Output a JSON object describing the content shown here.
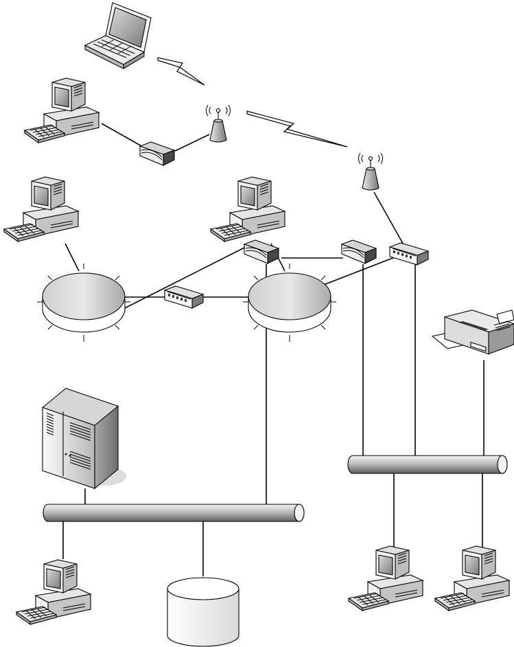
{
  "diagram": {
    "type": "network-topology",
    "nodes": [
      {
        "id": "laptop",
        "icon": "laptop-icon"
      },
      {
        "id": "pc-top",
        "icon": "desktop-computer-icon"
      },
      {
        "id": "router-top",
        "icon": "router-icon"
      },
      {
        "id": "antenna-1",
        "icon": "wireless-antenna-icon"
      },
      {
        "id": "antenna-2",
        "icon": "wireless-antenna-icon"
      },
      {
        "id": "pc-ring-left",
        "icon": "desktop-computer-icon"
      },
      {
        "id": "pc-ring-right",
        "icon": "desktop-computer-icon"
      },
      {
        "id": "token-ring-left",
        "icon": "token-ring-icon"
      },
      {
        "id": "token-ring-right",
        "icon": "token-ring-icon"
      },
      {
        "id": "hub-middle",
        "icon": "hub-icon"
      },
      {
        "id": "hub-right",
        "icon": "hub-icon"
      },
      {
        "id": "router-middle",
        "icon": "router-icon"
      },
      {
        "id": "router-right",
        "icon": "router-icon"
      },
      {
        "id": "server",
        "icon": "server-tower-icon"
      },
      {
        "id": "bus-left",
        "icon": "ethernet-bus-icon"
      },
      {
        "id": "bus-right",
        "icon": "ethernet-bus-icon"
      },
      {
        "id": "database",
        "icon": "database-cylinder-icon"
      },
      {
        "id": "pc-bottom-left",
        "icon": "desktop-computer-icon"
      },
      {
        "id": "pc-bottom-mid",
        "icon": "desktop-computer-icon"
      },
      {
        "id": "pc-bottom-right",
        "icon": "desktop-computer-icon"
      },
      {
        "id": "fax",
        "icon": "fax-machine-icon"
      }
    ],
    "links": [
      {
        "from": "laptop",
        "to": "antenna-1",
        "kind": "wireless"
      },
      {
        "from": "antenna-1",
        "to": "antenna-2",
        "kind": "wireless"
      },
      {
        "from": "pc-top",
        "to": "router-top",
        "kind": "wired"
      },
      {
        "from": "router-top",
        "to": "antenna-1",
        "kind": "wired"
      },
      {
        "from": "antenna-2",
        "to": "hub-right",
        "kind": "wired"
      },
      {
        "from": "pc-ring-left",
        "to": "token-ring-left",
        "kind": "wired"
      },
      {
        "from": "pc-ring-right",
        "to": "token-ring-right",
        "kind": "wired"
      },
      {
        "from": "token-ring-left",
        "to": "hub-middle",
        "kind": "wired"
      },
      {
        "from": "hub-middle",
        "to": "token-ring-right",
        "kind": "wired"
      },
      {
        "from": "token-ring-right",
        "to": "hub-right",
        "kind": "wired"
      },
      {
        "from": "token-ring-left",
        "to": "router-middle",
        "kind": "wired"
      },
      {
        "from": "router-middle",
        "to": "router-right",
        "kind": "wired"
      },
      {
        "from": "router-middle",
        "to": "bus-left",
        "kind": "wired"
      },
      {
        "from": "router-right",
        "to": "bus-right",
        "kind": "wired"
      },
      {
        "from": "hub-right",
        "to": "bus-right",
        "kind": "wired"
      },
      {
        "from": "fax",
        "to": "bus-right",
        "kind": "wired"
      },
      {
        "from": "server",
        "to": "bus-left",
        "kind": "wired"
      },
      {
        "from": "bus-left",
        "to": "pc-bottom-left",
        "kind": "wired"
      },
      {
        "from": "bus-left",
        "to": "database",
        "kind": "wired"
      },
      {
        "from": "bus-right",
        "to": "pc-bottom-mid",
        "kind": "wired"
      },
      {
        "from": "bus-right",
        "to": "pc-bottom-right",
        "kind": "wired"
      }
    ]
  }
}
